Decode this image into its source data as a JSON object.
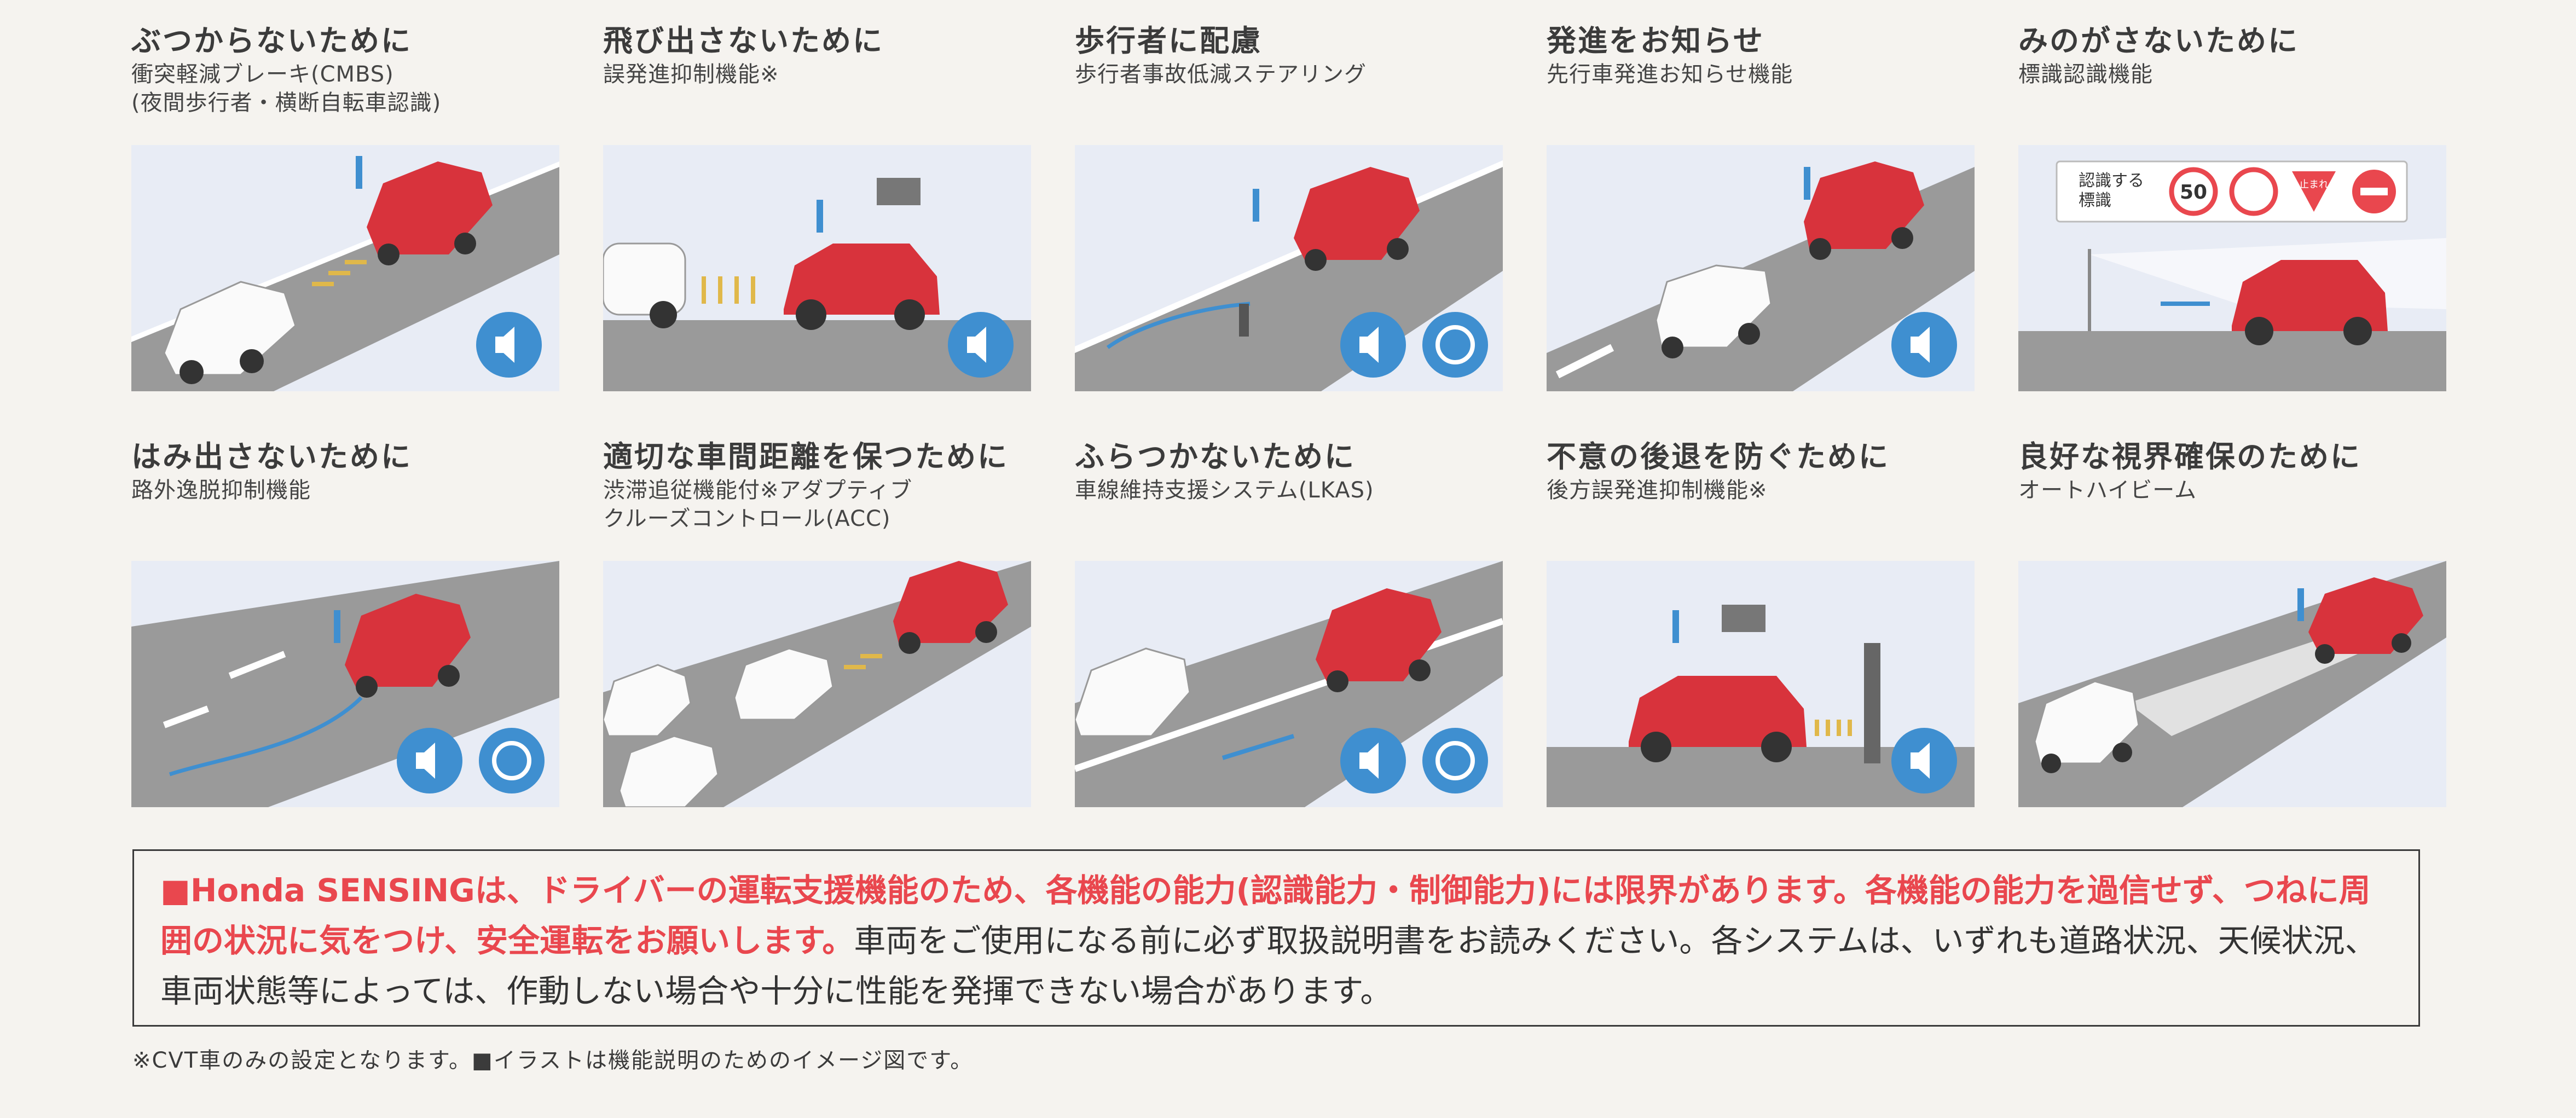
{
  "features": [
    {
      "title": "ぶつからないために",
      "subtitle": "衝突軽減ブレーキ(CMBS)\n(夜間歩行者・横断自転車認識)",
      "icons": [
        "sound-icon"
      ]
    },
    {
      "title": "飛び出さないために",
      "subtitle": "誤発進抑制機能※",
      "icons": [
        "sound-icon"
      ]
    },
    {
      "title": "歩行者に配慮",
      "subtitle": "歩行者事故低減ステアリング",
      "icons": [
        "sound-icon",
        "steering-icon"
      ]
    },
    {
      "title": "発進をお知らせ",
      "subtitle": "先行車発進お知らせ機能",
      "icons": [
        "sound-icon"
      ]
    },
    {
      "title": "みのがさないために",
      "subtitle": "標識認識機能",
      "icons": [],
      "sign_label": "認識する\n標識",
      "sign_speed": "50",
      "sign_stop": "止まれ"
    },
    {
      "title": "はみ出さないために",
      "subtitle": "路外逸脱抑制機能",
      "icons": [
        "sound-icon",
        "steering-icon"
      ]
    },
    {
      "title": "適切な車間距離を保つために",
      "subtitle": "渋滞追従機能付※アダプティブ\nクルーズコントロール(ACC)",
      "icons": []
    },
    {
      "title": "ふらつかないために",
      "subtitle": "車線維持支援システム(LKAS)",
      "icons": [
        "sound-icon",
        "steering-icon"
      ]
    },
    {
      "title": "不意の後退を防ぐために",
      "subtitle": "後方誤発進抑制機能※",
      "icons": [
        "sound-icon"
      ]
    },
    {
      "title": "良好な視界確保のために",
      "subtitle": "オートハイビーム",
      "icons": []
    }
  ],
  "notice": {
    "square": "■",
    "red_text": "Honda SENSINGは、ドライバーの運転支援機能のため、各機能の能力(認識能力・制御能力)には限界があります。各機能の能力を過信せず、つねに周囲の状況に気をつけ、安全運転をお願いします。",
    "normal_text": "車両をご使用になる前に必ず取扱説明書をお読みください。各システムは、いずれも道路状況、天候状況、車両状態等によっては、作動しない場合や十分に性能を発揮できない場合があります。"
  },
  "footnote": "※CVT車のみの設定となります。■イラストは機能説明のためのイメージ図です。",
  "colors": {
    "accent_red": "#e9474e",
    "car_red": "#d8333c",
    "icon_blue": "#3f8fd0",
    "road": "#9a9a9a",
    "sky": "#e8ecf5"
  }
}
